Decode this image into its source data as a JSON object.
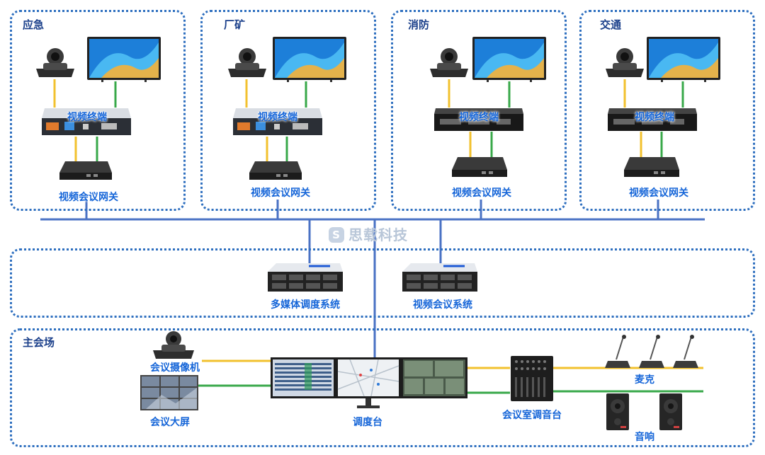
{
  "zones": {
    "z1": "应急",
    "z2": "厂矿",
    "z3": "消防",
    "z4": "交通",
    "main": "主会场"
  },
  "labels": {
    "terminal": "视频终端",
    "gateway": "视频会议网关",
    "multimedia": "多媒体调度系统",
    "video_conf_system": "视频会议系统",
    "camera": "会议摄像机",
    "big_screen": "会议大屏",
    "console": "调度台",
    "mixer": "会议室调音台",
    "mic": "麦克",
    "speaker": "音响"
  },
  "watermark": {
    "badge": "S",
    "text": "思载科技"
  },
  "colors": {
    "border": "#2e6fbf",
    "network": "#4a72c4",
    "audio": "#f2c12e",
    "video": "#38a84a",
    "label": "#1565d8"
  }
}
